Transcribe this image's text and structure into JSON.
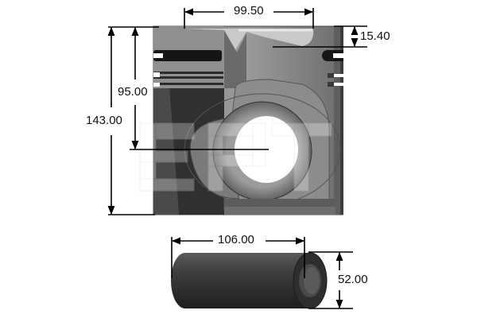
{
  "diagram": {
    "subject": "piston-and-piston-pin",
    "watermark": "EPT",
    "colors": {
      "body": "#7d7d7d",
      "body_light": "#a8a8a8",
      "body_dark": "#3a3a3a",
      "ring_groove": "#151515",
      "pin": "#3c3c3c",
      "pin_end": "#2a2a2a",
      "line": "#000000"
    }
  },
  "dimensions": {
    "bowl_diameter": "99.50",
    "top_land_height": "15.40",
    "total_height": "143.00",
    "compression_height": "95.00",
    "pin_length": "106.00",
    "pin_diameter": "52.00"
  }
}
